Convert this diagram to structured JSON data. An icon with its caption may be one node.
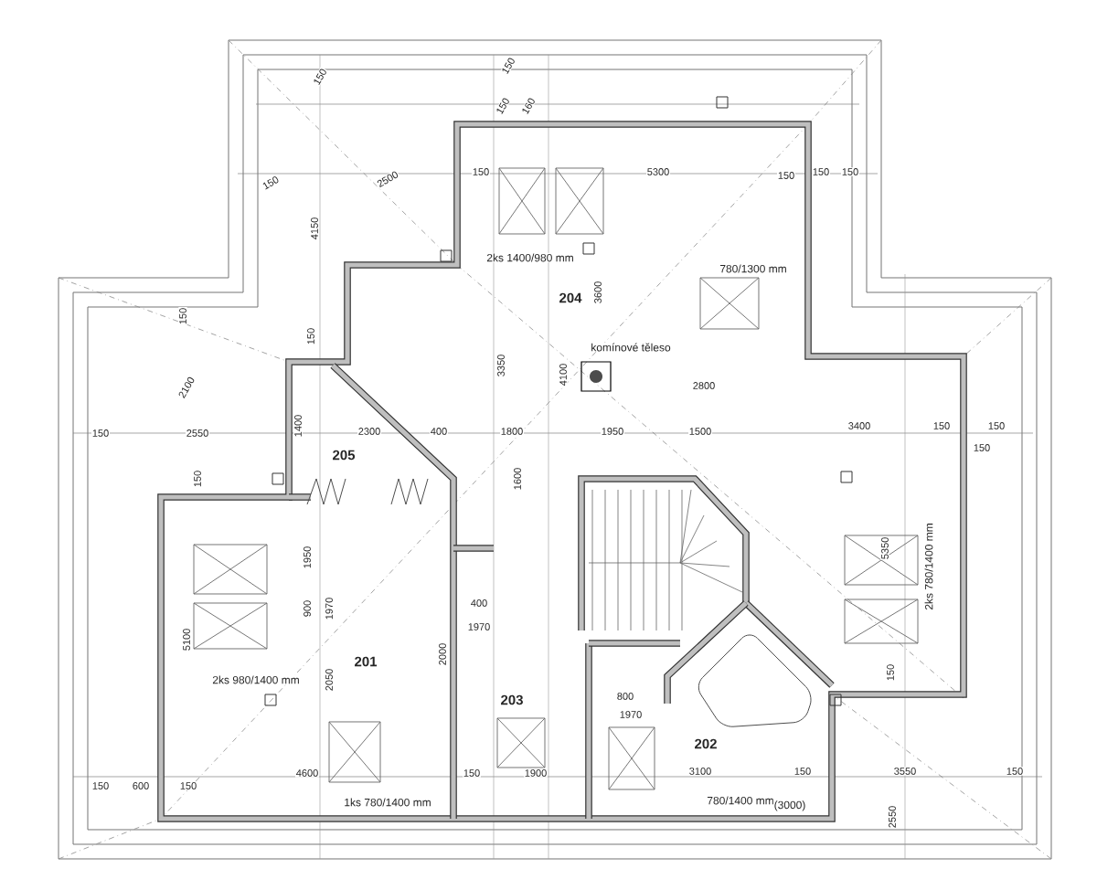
{
  "diagram": {
    "labels": [
      "150",
      "150",
      "150",
      "160",
      "150",
      "2500",
      "150",
      "5300",
      "150",
      "150",
      "150",
      "4150",
      "2ks 1400/980 mm",
      "780/1300 mm",
      "204",
      "3600",
      "3350",
      "komínové těleso",
      "2800",
      "4100",
      "150",
      "150",
      "2100",
      "150",
      "2550",
      "1400",
      "2300",
      "400",
      "1800",
      "1950",
      "1500",
      "3400",
      "150",
      "150",
      "150",
      "205",
      "150",
      "1600",
      "1950",
      "900",
      "1970",
      "400",
      "1970",
      "201",
      "5100",
      "2ks 980/1400 mm",
      "2050",
      "2000",
      "203",
      "800",
      "1970",
      "202",
      "5350",
      "2ks 780/1400 mm",
      "150",
      "150",
      "600",
      "150",
      "4600",
      "1ks 780/1400 mm",
      "150",
      "1900",
      "3100",
      "150",
      "3550",
      "150",
      "780/1400 mm",
      "(3000)",
      "2550"
    ]
  }
}
